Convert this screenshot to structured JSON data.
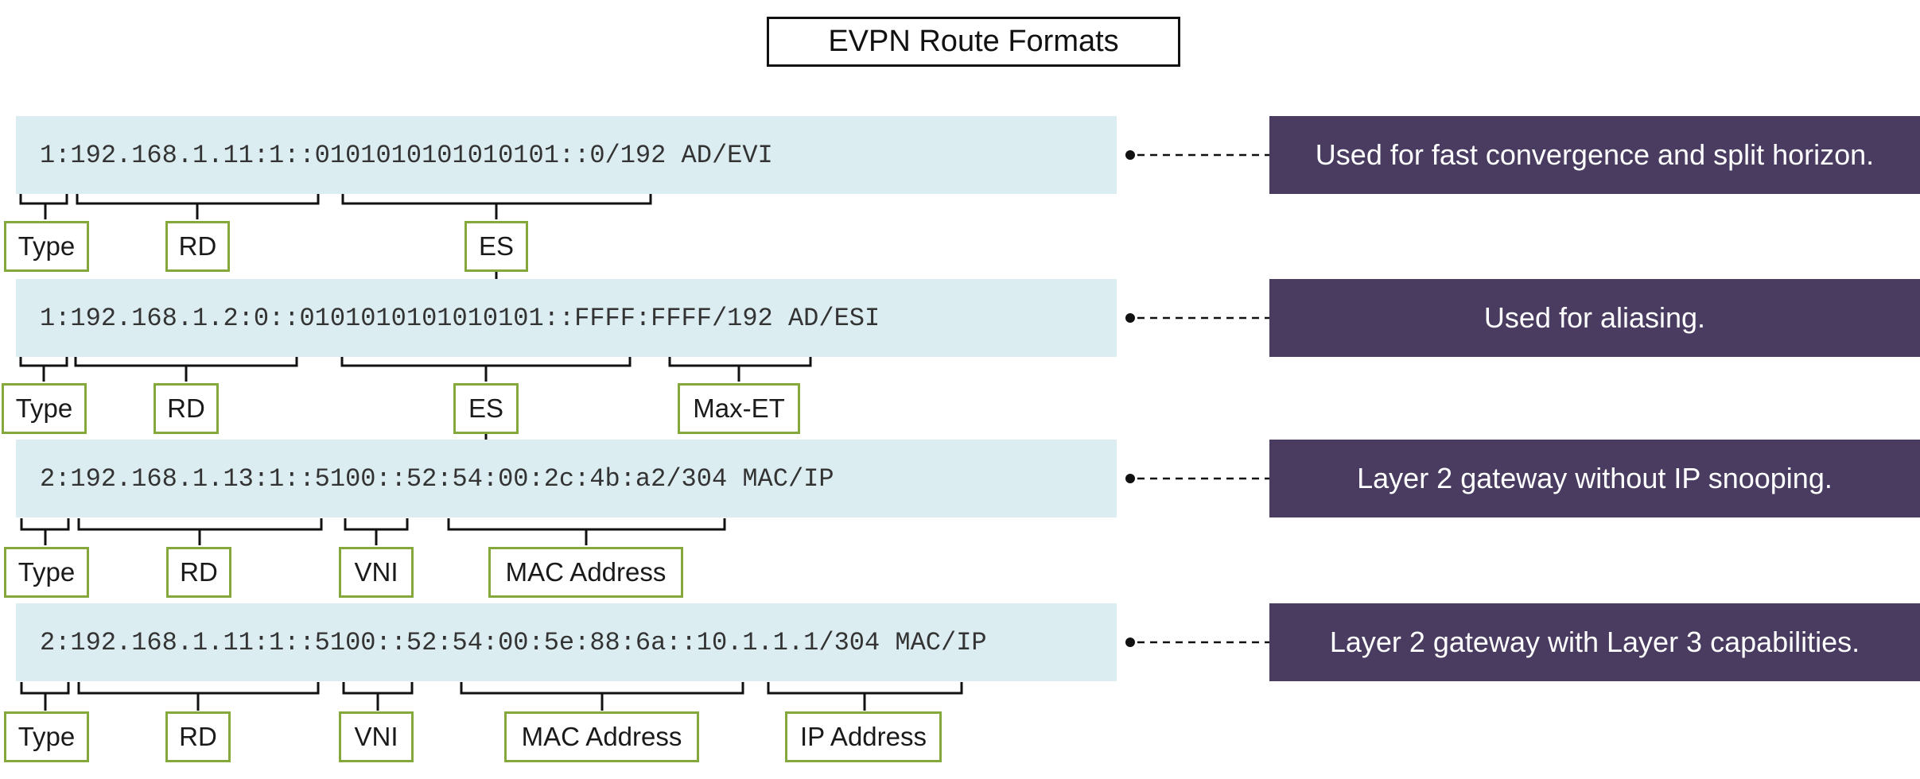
{
  "title": "EVPN Route Formats",
  "routes": [
    {
      "text": "1:192.168.1.11:1::0101010101010101::0/192 AD/EVI",
      "description": "Used for fast convergence and split horizon.",
      "fields": [
        "Type",
        "RD",
        "ES"
      ]
    },
    {
      "text": "1:192.168.1.2:0::0101010101010101::FFFF:FFFF/192 AD/ESI",
      "description": "Used for aliasing.",
      "fields": [
        "Type",
        "RD",
        "ES",
        "Max-ET"
      ]
    },
    {
      "text": "2:192.168.1.13:1::5100::52:54:00:2c:4b:a2/304 MAC/IP",
      "description": "Layer 2 gateway without IP snooping.",
      "fields": [
        "Type",
        "RD",
        "VNI",
        "MAC Address"
      ]
    },
    {
      "text": "2:192.168.1.11:1::5100::52:54:00:5e:88:6a::10.1.1.1/304 MAC/IP",
      "description": "Layer 2 gateway with Layer 3 capabilities.",
      "fields": [
        "Type",
        "RD",
        "VNI",
        "MAC Address",
        "IP Address"
      ]
    }
  ],
  "colors": {
    "route_background": "#dcedf2",
    "description_background": "#493c60",
    "label_border": "#84a83b"
  }
}
